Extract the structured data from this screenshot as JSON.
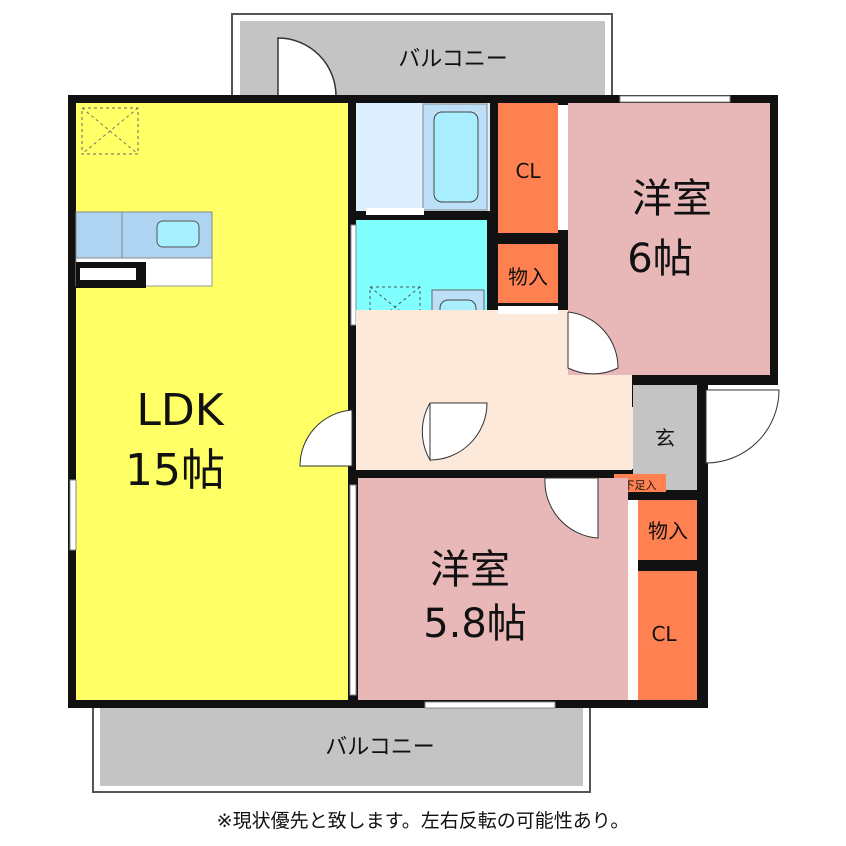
{
  "rooms": {
    "ldk": {
      "name": "LDK",
      "size": "15帖"
    },
    "western_6": {
      "name": "洋室",
      "size": "6帖"
    },
    "western_58": {
      "name": "洋室",
      "size": "5.8帖"
    },
    "closet_top": "CL",
    "storage_top": "物入",
    "entrance": "玄",
    "shoe_storage": "下足入",
    "storage_bottom": "物入",
    "closet_bottom": "CL",
    "balcony_top": "バルコニー",
    "balcony_bottom": "バルコニー"
  },
  "footer_note": "※現状優先と致します。左右反転の可能性あり。",
  "colors": {
    "ldk": "#ffff66",
    "western": "#e8b8b8",
    "closet": "#ff8050",
    "hall": "#fde9da",
    "washroom": "#80ffff",
    "bath": "#ddefff",
    "balcony": "#c4c4c4",
    "entrance": "#c4c4c4"
  }
}
